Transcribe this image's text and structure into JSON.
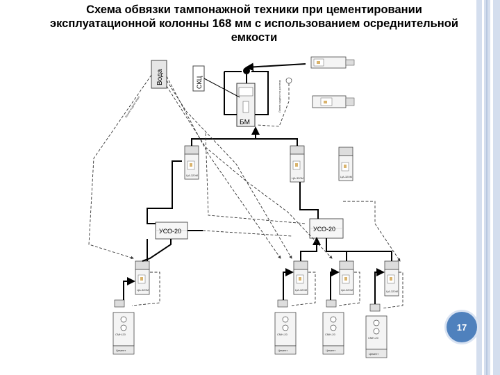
{
  "slide": {
    "title_line1": "Схема обвязки тампонажной техники при цементировании",
    "title_line2": "эксплуатационной колонны 168 мм с использованием осреднительной",
    "title_line3": "емкости",
    "page_number": "17"
  },
  "diagram": {
    "water_tank_label": "Вода",
    "skc_label": "СКЦ",
    "bm_label": "БМ",
    "uso_left_label": "УСО-20",
    "uso_right_label": "УСО-20",
    "water_line_label": "Линия подачи воды",
    "pump_line_label": "Линия задачи на раствор",
    "pump_unit_label": "ЦА-320М",
    "mixer_label": "СМН-20",
    "cement_label": "Цемент"
  },
  "colors": {
    "accent_blue": "#4f81bd",
    "side_bar": "#d4deee"
  }
}
